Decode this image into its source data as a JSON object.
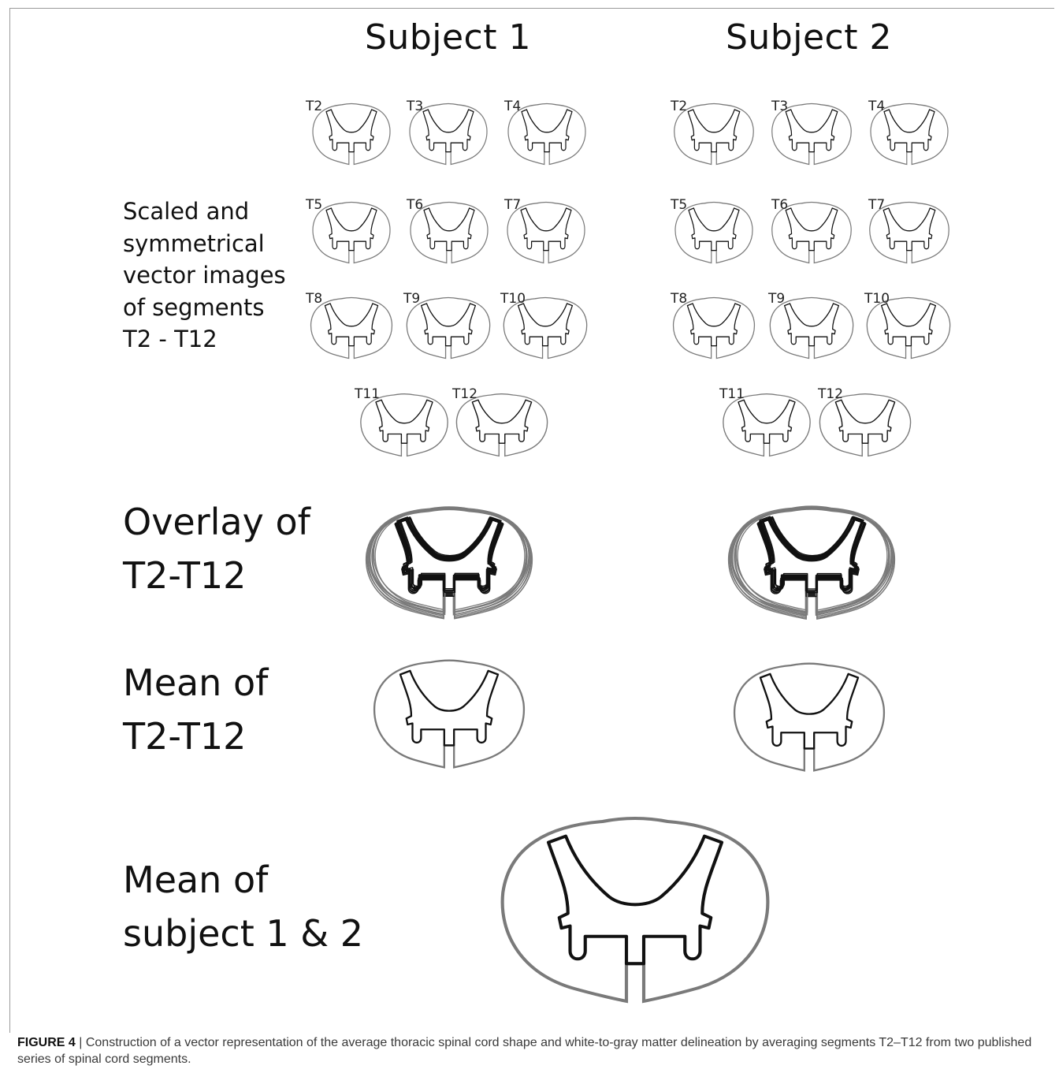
{
  "subjects": [
    "Subject 1",
    "Subject 2"
  ],
  "row_labels": {
    "scaled": [
      "Scaled and",
      "symmetrical",
      "vector images",
      "of segments",
      "T2 - T12"
    ],
    "overlay": [
      "Overlay of",
      "T2-T12"
    ],
    "mean": [
      "Mean of",
      "T2-T12"
    ],
    "grand_mean": [
      "Mean of",
      "subject 1 & 2"
    ]
  },
  "segment_labels": [
    "T2",
    "T3",
    "T4",
    "T5",
    "T6",
    "T7",
    "T8",
    "T9",
    "T10",
    "T11",
    "T12"
  ],
  "caption": {
    "label": "FIGURE 4",
    "separator": " | ",
    "text": "Construction of a vector representation of the average thoracic spinal cord shape and white-to-gray matter delineation by averaging segments T2–T12 from two published series of spinal cord segments."
  },
  "colors": {
    "white_matter_outline": "#7a7a7a",
    "gray_matter_outline": "#111111"
  }
}
